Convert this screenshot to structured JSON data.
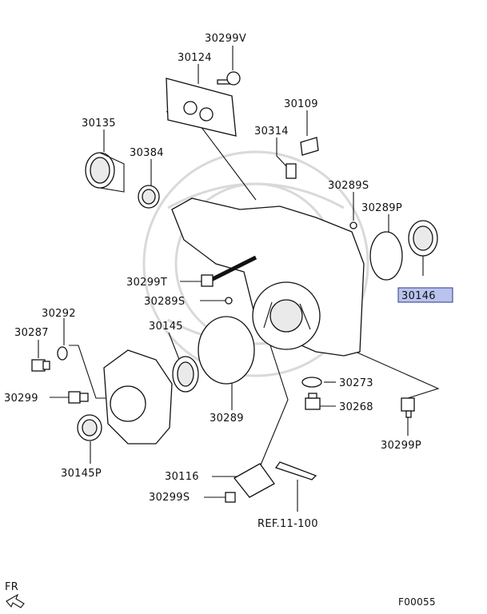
{
  "labels": {
    "p30299V": "30299V",
    "p30124": "30124",
    "p30109": "30109",
    "p30135": "30135",
    "p30314": "30314",
    "p30384": "30384",
    "p30289S_top": "30289S",
    "p30289P": "30289P",
    "p30146": "30146",
    "p30299T": "30299T",
    "p30289S_mid": "30289S",
    "p30292": "30292",
    "p30287": "30287",
    "p30145": "30145",
    "p30299": "30299",
    "p30289": "30289",
    "p30273": "30273",
    "p30268": "30268",
    "p30299P": "30299P",
    "p30145P": "30145P",
    "p30116": "30116",
    "p30299S_bot": "30299S",
    "ref": "REF.11-100"
  },
  "front_marker": "FR",
  "figure_code": "F00055",
  "colors": {
    "highlight": "#b9c3ee",
    "line": "#111111"
  }
}
